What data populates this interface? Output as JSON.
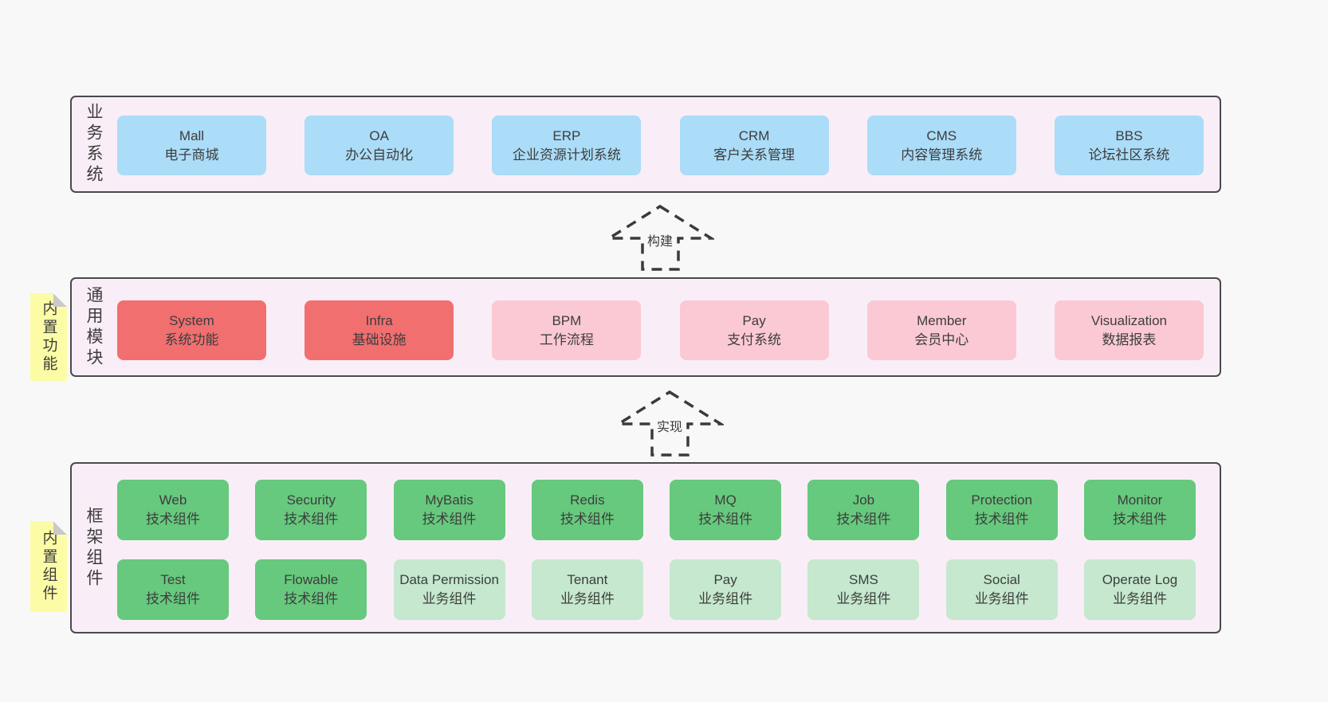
{
  "colors": {
    "blue": "#ABDCF8",
    "red": "#F26F6F",
    "pink": "#FBC9D3",
    "green": "#66C97D",
    "lightgreen": "#C5E8CE",
    "panel": "#F9EEF7",
    "note": "#FCFCA6",
    "fold": "#C9C9C9",
    "border": "#4A4A4A",
    "text": "#3D3D3D",
    "page": "#F8F8F8",
    "arrow": "#3A3A3A"
  },
  "arrows": [
    {
      "label": "构建"
    },
    {
      "label": "实现"
    }
  ],
  "sections": [
    {
      "label": "业务系统",
      "boxes": [
        {
          "title": "Mall",
          "subtitle": "电子商城"
        },
        {
          "title": "OA",
          "subtitle": "办公自动化"
        },
        {
          "title": "ERP",
          "subtitle": "企业资源计划系统"
        },
        {
          "title": "CRM",
          "subtitle": "客户关系管理"
        },
        {
          "title": "CMS",
          "subtitle": "内容管理系统"
        },
        {
          "title": "BBS",
          "subtitle": "论坛社区系统"
        }
      ]
    },
    {
      "label": "通用模块",
      "note": "内置功能",
      "boxes": [
        {
          "title": "System",
          "subtitle": "系统功能"
        },
        {
          "title": "Infra",
          "subtitle": "基础设施"
        },
        {
          "title": "BPM",
          "subtitle": "工作流程"
        },
        {
          "title": "Pay",
          "subtitle": "支付系统"
        },
        {
          "title": "Member",
          "subtitle": "会员中心"
        },
        {
          "title": "Visualization",
          "subtitle": "数据报表"
        }
      ]
    },
    {
      "label": "框架组件",
      "note": "内置组件",
      "boxes": [
        {
          "title": "Web",
          "subtitle": "技术组件"
        },
        {
          "title": "Security",
          "subtitle": "技术组件"
        },
        {
          "title": "MyBatis",
          "subtitle": "技术组件"
        },
        {
          "title": "Redis",
          "subtitle": "技术组件"
        },
        {
          "title": "MQ",
          "subtitle": "技术组件"
        },
        {
          "title": "Job",
          "subtitle": "技术组件"
        },
        {
          "title": "Protection",
          "subtitle": "技术组件"
        },
        {
          "title": "Monitor",
          "subtitle": "技术组件"
        },
        {
          "title": "Test",
          "subtitle": "技术组件"
        },
        {
          "title": "Flowable",
          "subtitle": "技术组件"
        },
        {
          "title": "Data Permission",
          "subtitle": "业务组件"
        },
        {
          "title": "Tenant",
          "subtitle": "业务组件"
        },
        {
          "title": "Pay",
          "subtitle": "业务组件"
        },
        {
          "title": "SMS",
          "subtitle": "业务组件"
        },
        {
          "title": "Social",
          "subtitle": "业务组件"
        },
        {
          "title": "Operate Log",
          "subtitle": "业务组件"
        }
      ]
    }
  ]
}
